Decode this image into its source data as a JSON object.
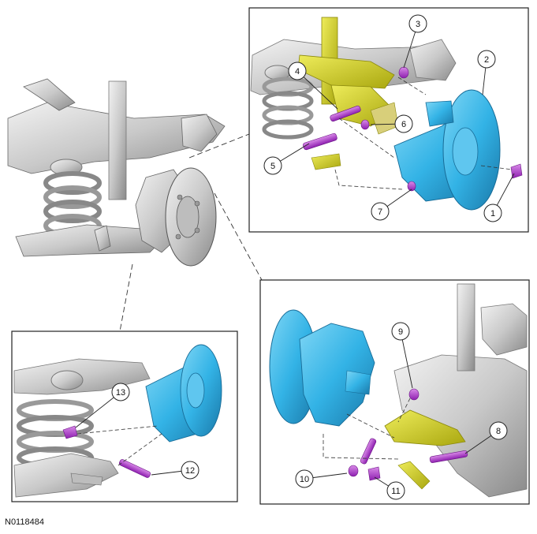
{
  "figure_code": "N0118484",
  "callouts": [
    "1",
    "2",
    "3",
    "4",
    "5",
    "6",
    "7",
    "8",
    "9",
    "10",
    "11",
    "12",
    "13"
  ],
  "colors": {
    "knuckle": "#3fb8e8",
    "knuckle_dark": "#1f86b8",
    "fastener": "#b53cd4",
    "arm": "#d6d41a",
    "arm_dark": "#a9a70f",
    "metal": "#d9d9d9",
    "metal_dark": "#8f8f8f",
    "frame": "#222222"
  }
}
